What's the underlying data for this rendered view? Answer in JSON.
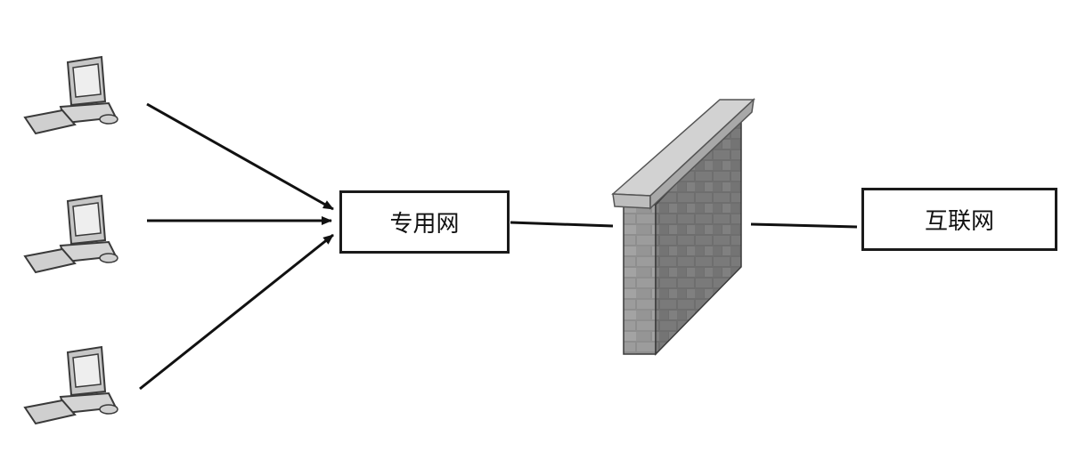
{
  "diagram": {
    "private_network_label": "专用网",
    "internet_label": "互联网",
    "nodes": [
      {
        "id": "computer-1",
        "icon": "desktop-computer-icon"
      },
      {
        "id": "computer-2",
        "icon": "desktop-computer-icon"
      },
      {
        "id": "computer-3",
        "icon": "desktop-computer-icon"
      },
      {
        "id": "firewall",
        "icon": "brick-firewall-icon"
      }
    ],
    "connections": [
      {
        "from": "computer-1",
        "to": "private-network",
        "arrow": true
      },
      {
        "from": "computer-2",
        "to": "private-network",
        "arrow": true
      },
      {
        "from": "computer-3",
        "to": "private-network",
        "arrow": true
      },
      {
        "from": "private-network",
        "to": "firewall",
        "arrow": false
      },
      {
        "from": "firewall",
        "to": "internet",
        "arrow": false
      }
    ]
  },
  "colors": {
    "line": "#111111",
    "firewall_cap": "#d2d2d2",
    "firewall_front": "#8e8e8e",
    "firewall_side": "#6e6e6e",
    "mortar": "#c9c9c9"
  }
}
